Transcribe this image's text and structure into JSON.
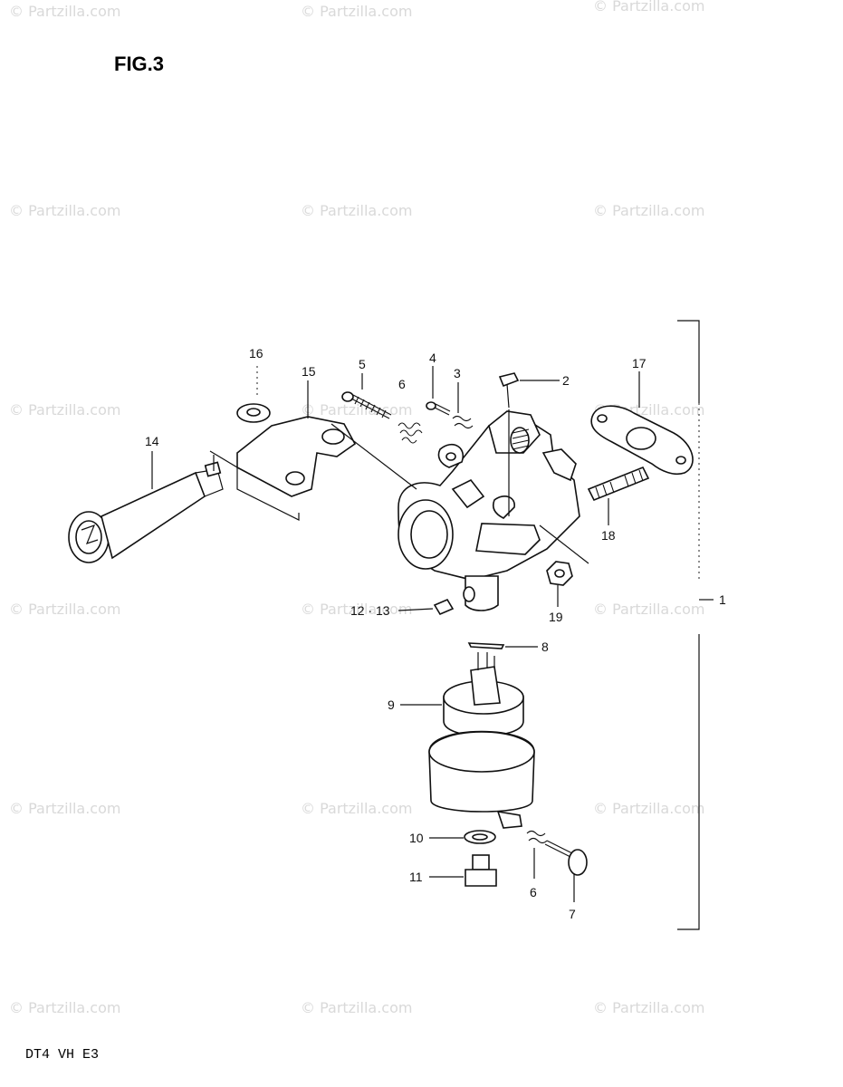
{
  "figure": {
    "title": "FIG.3",
    "footer": "DT4 VH E3"
  },
  "watermark": {
    "text": "© Partzilla.com"
  },
  "callouts": {
    "c1": "1",
    "c2": "2",
    "c3": "3",
    "c4": "4",
    "c5": "5",
    "c6a": "6",
    "c6b": "6",
    "c7": "7",
    "c8": "8",
    "c9": "9",
    "c10": "10",
    "c11": "11",
    "c12_13": "12 · 13",
    "c14": "14",
    "c15": "15",
    "c16": "16",
    "c17": "17",
    "c18": "18",
    "c19": "19"
  }
}
